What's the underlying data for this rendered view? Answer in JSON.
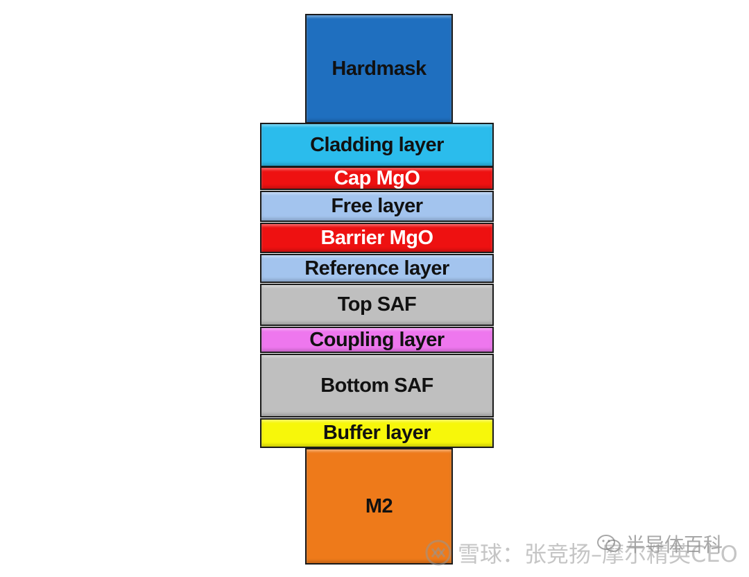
{
  "diagram": {
    "layers": [
      {
        "id": "hardmask",
        "label": "Hardmask",
        "color": "#1f6fbf",
        "text_color": "#111111"
      },
      {
        "id": "cladding",
        "label": "Cladding layer",
        "color": "#2bbcec",
        "text_color": "#111111"
      },
      {
        "id": "cap",
        "label": "Cap MgO",
        "color": "#ee1111",
        "text_color": "#ffffff"
      },
      {
        "id": "free",
        "label": "Free layer",
        "color": "#a3c4ee",
        "text_color": "#111111"
      },
      {
        "id": "barrier",
        "label": "Barrier MgO",
        "color": "#ee1111",
        "text_color": "#ffffff"
      },
      {
        "id": "reference",
        "label": "Reference layer",
        "color": "#a3c4ee",
        "text_color": "#111111"
      },
      {
        "id": "topsaf",
        "label": "Top SAF",
        "color": "#bfbfbf",
        "text_color": "#111111"
      },
      {
        "id": "coupling",
        "label": "Coupling layer",
        "color": "#ee77ee",
        "text_color": "#111111"
      },
      {
        "id": "bottomsaf",
        "label": "Bottom SAF",
        "color": "#bfbfbf",
        "text_color": "#111111"
      },
      {
        "id": "buffer",
        "label": "Buffer layer",
        "color": "#f7f70a",
        "text_color": "#111111"
      },
      {
        "id": "m2",
        "label": "M2",
        "color": "#ee7a1a",
        "text_color": "#111111"
      }
    ]
  },
  "watermark": {
    "text": "雪球：张竞扬–摩尔精英CEO",
    "tag": "半导体百科"
  },
  "icons": {
    "watermark_logo": "xueqiu-logo-icon",
    "wechat": "wechat-icon"
  }
}
